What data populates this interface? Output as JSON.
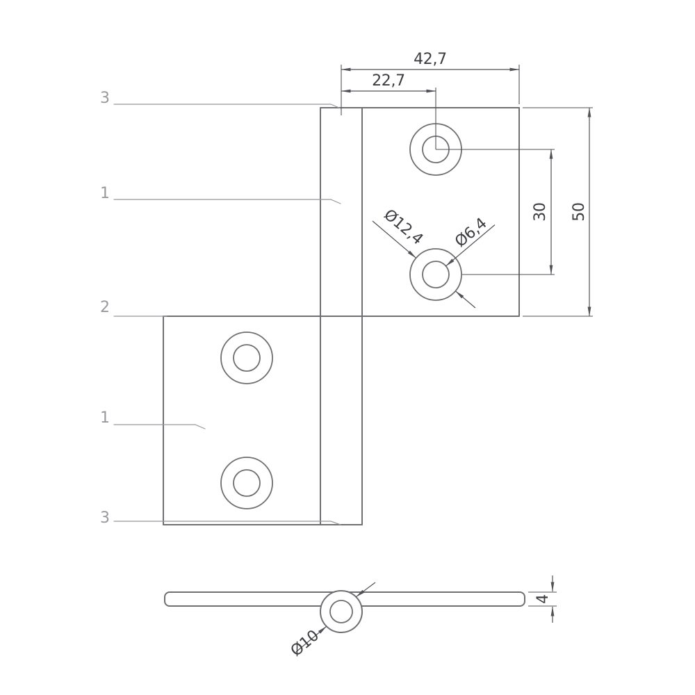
{
  "front_view": {
    "labels": {
      "top_width": "42,7",
      "hole_offset": "22,7",
      "hole_spacing": "30",
      "leaf_length": "50",
      "counterbore_dia": "Ø12,4",
      "pilot_dia": "Ø6,4"
    },
    "refs": {
      "r3_top": "3",
      "r1_top": "1",
      "r2": "2",
      "r1_bottom": "1",
      "r3_bottom": "3"
    }
  },
  "side_view": {
    "labels": {
      "knuckle_dia": "Ø10",
      "thickness": "4"
    }
  },
  "colors": {
    "part_line": "#6e6e73",
    "dim_line": "#515157",
    "dim_text": "#3c3c41",
    "ref_text": "#98989d",
    "background": "#ffffff"
  }
}
